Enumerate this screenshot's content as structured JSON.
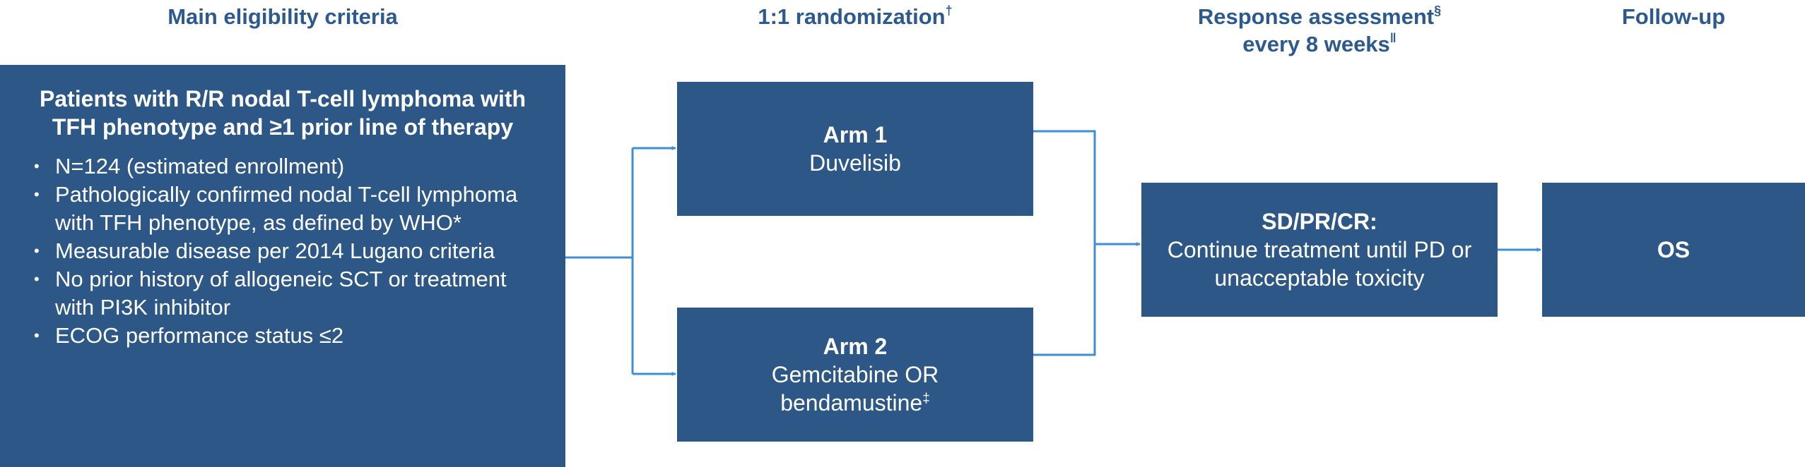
{
  "headers": {
    "eligibility": "Main eligibility criteria",
    "randomization": "1:1 randomization",
    "randomization_mark": "†",
    "response_line1": "Response assessment",
    "response_mark1": "§",
    "response_line2": "every 8 weeks",
    "response_mark2": "ǁ",
    "followup": "Follow-up"
  },
  "eligibility_box": {
    "title": "Patients with R/R nodal T-cell lymphoma with TFH phenotype and ≥1 prior line of therapy",
    "bullet_symbol": "•",
    "criteria": [
      "N=124 (estimated enrollment)",
      "Pathologically confirmed nodal T-cell lymphoma with TFH phenotype, as defined by WHO*",
      "Measurable disease per 2014 Lugano criteria",
      "No prior history of allogeneic SCT or treatment with PI3K inhibitor",
      "ECOG performance status ≤2"
    ]
  },
  "arm1": {
    "title": "Arm 1",
    "text": "Duvelisib"
  },
  "arm2": {
    "title": "Arm 2",
    "line1": "Gemcitabine OR",
    "line2": "bendamustine",
    "mark": "‡"
  },
  "response_box": {
    "title": "SD/PR/CR:",
    "text": "Continue treatment until PD or unacceptable toxicity"
  },
  "followup_box": {
    "title": "OS"
  },
  "colors": {
    "box_fill": "#2c5786",
    "header_text": "#2d5a8e",
    "connector": "#3d8ed6",
    "box_text": "#ffffff"
  }
}
